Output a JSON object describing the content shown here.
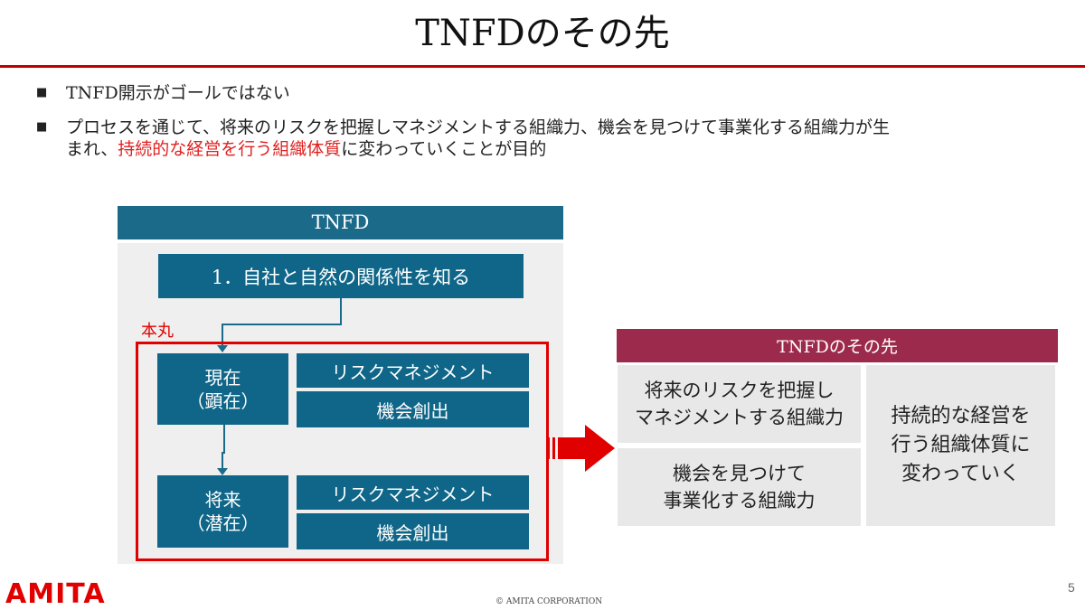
{
  "slide": {
    "title": "TNFDのその先",
    "bullets": [
      {
        "mark": "■",
        "text": "TNFD開示がゴールではない"
      },
      {
        "mark": "■",
        "line1": "プロセスを通じて、将来のリスクを把握しマネジメントする組織力、機会を見つけて事業化する組織力が生",
        "line2_pre": "まれ、",
        "line2_highlight": "持続的な経営を行う組織体質",
        "line2_post": "に変わっていくことが目的"
      }
    ]
  },
  "tnfd_panel": {
    "header": "TNFD",
    "step1": "1．自社と自然の関係性を知る",
    "honmaru_label": "本丸",
    "current": {
      "line1": "現在",
      "line2": "（顕在）",
      "risk": "リスクマネジメント",
      "opportunity": "機会創出"
    },
    "future": {
      "line1": "将来",
      "line2": "（潜在）",
      "risk": "リスクマネジメント",
      "opportunity": "機会創出"
    }
  },
  "beyond_panel": {
    "header": "TNFDのその先",
    "box1_line1": "将来のリスクを把握し",
    "box1_line2": "マネジメントする組織力",
    "box2_line1": "機会を見つけて",
    "box2_line2": "事業化する組織力",
    "box3_line1": "持続的な経営を",
    "box3_line2": "行う組織体質に",
    "box3_line3": "変わっていく"
  },
  "footer": {
    "logo": "AMITA",
    "copyright": "© AMITA CORPORATION",
    "page_number": "5"
  },
  "colors": {
    "accent_red": "#e00000",
    "title_rule": "#c00000",
    "blue_box": "#0f6688",
    "maroon": "#9c2a4c",
    "grey_box": "#e8e8e8"
  }
}
